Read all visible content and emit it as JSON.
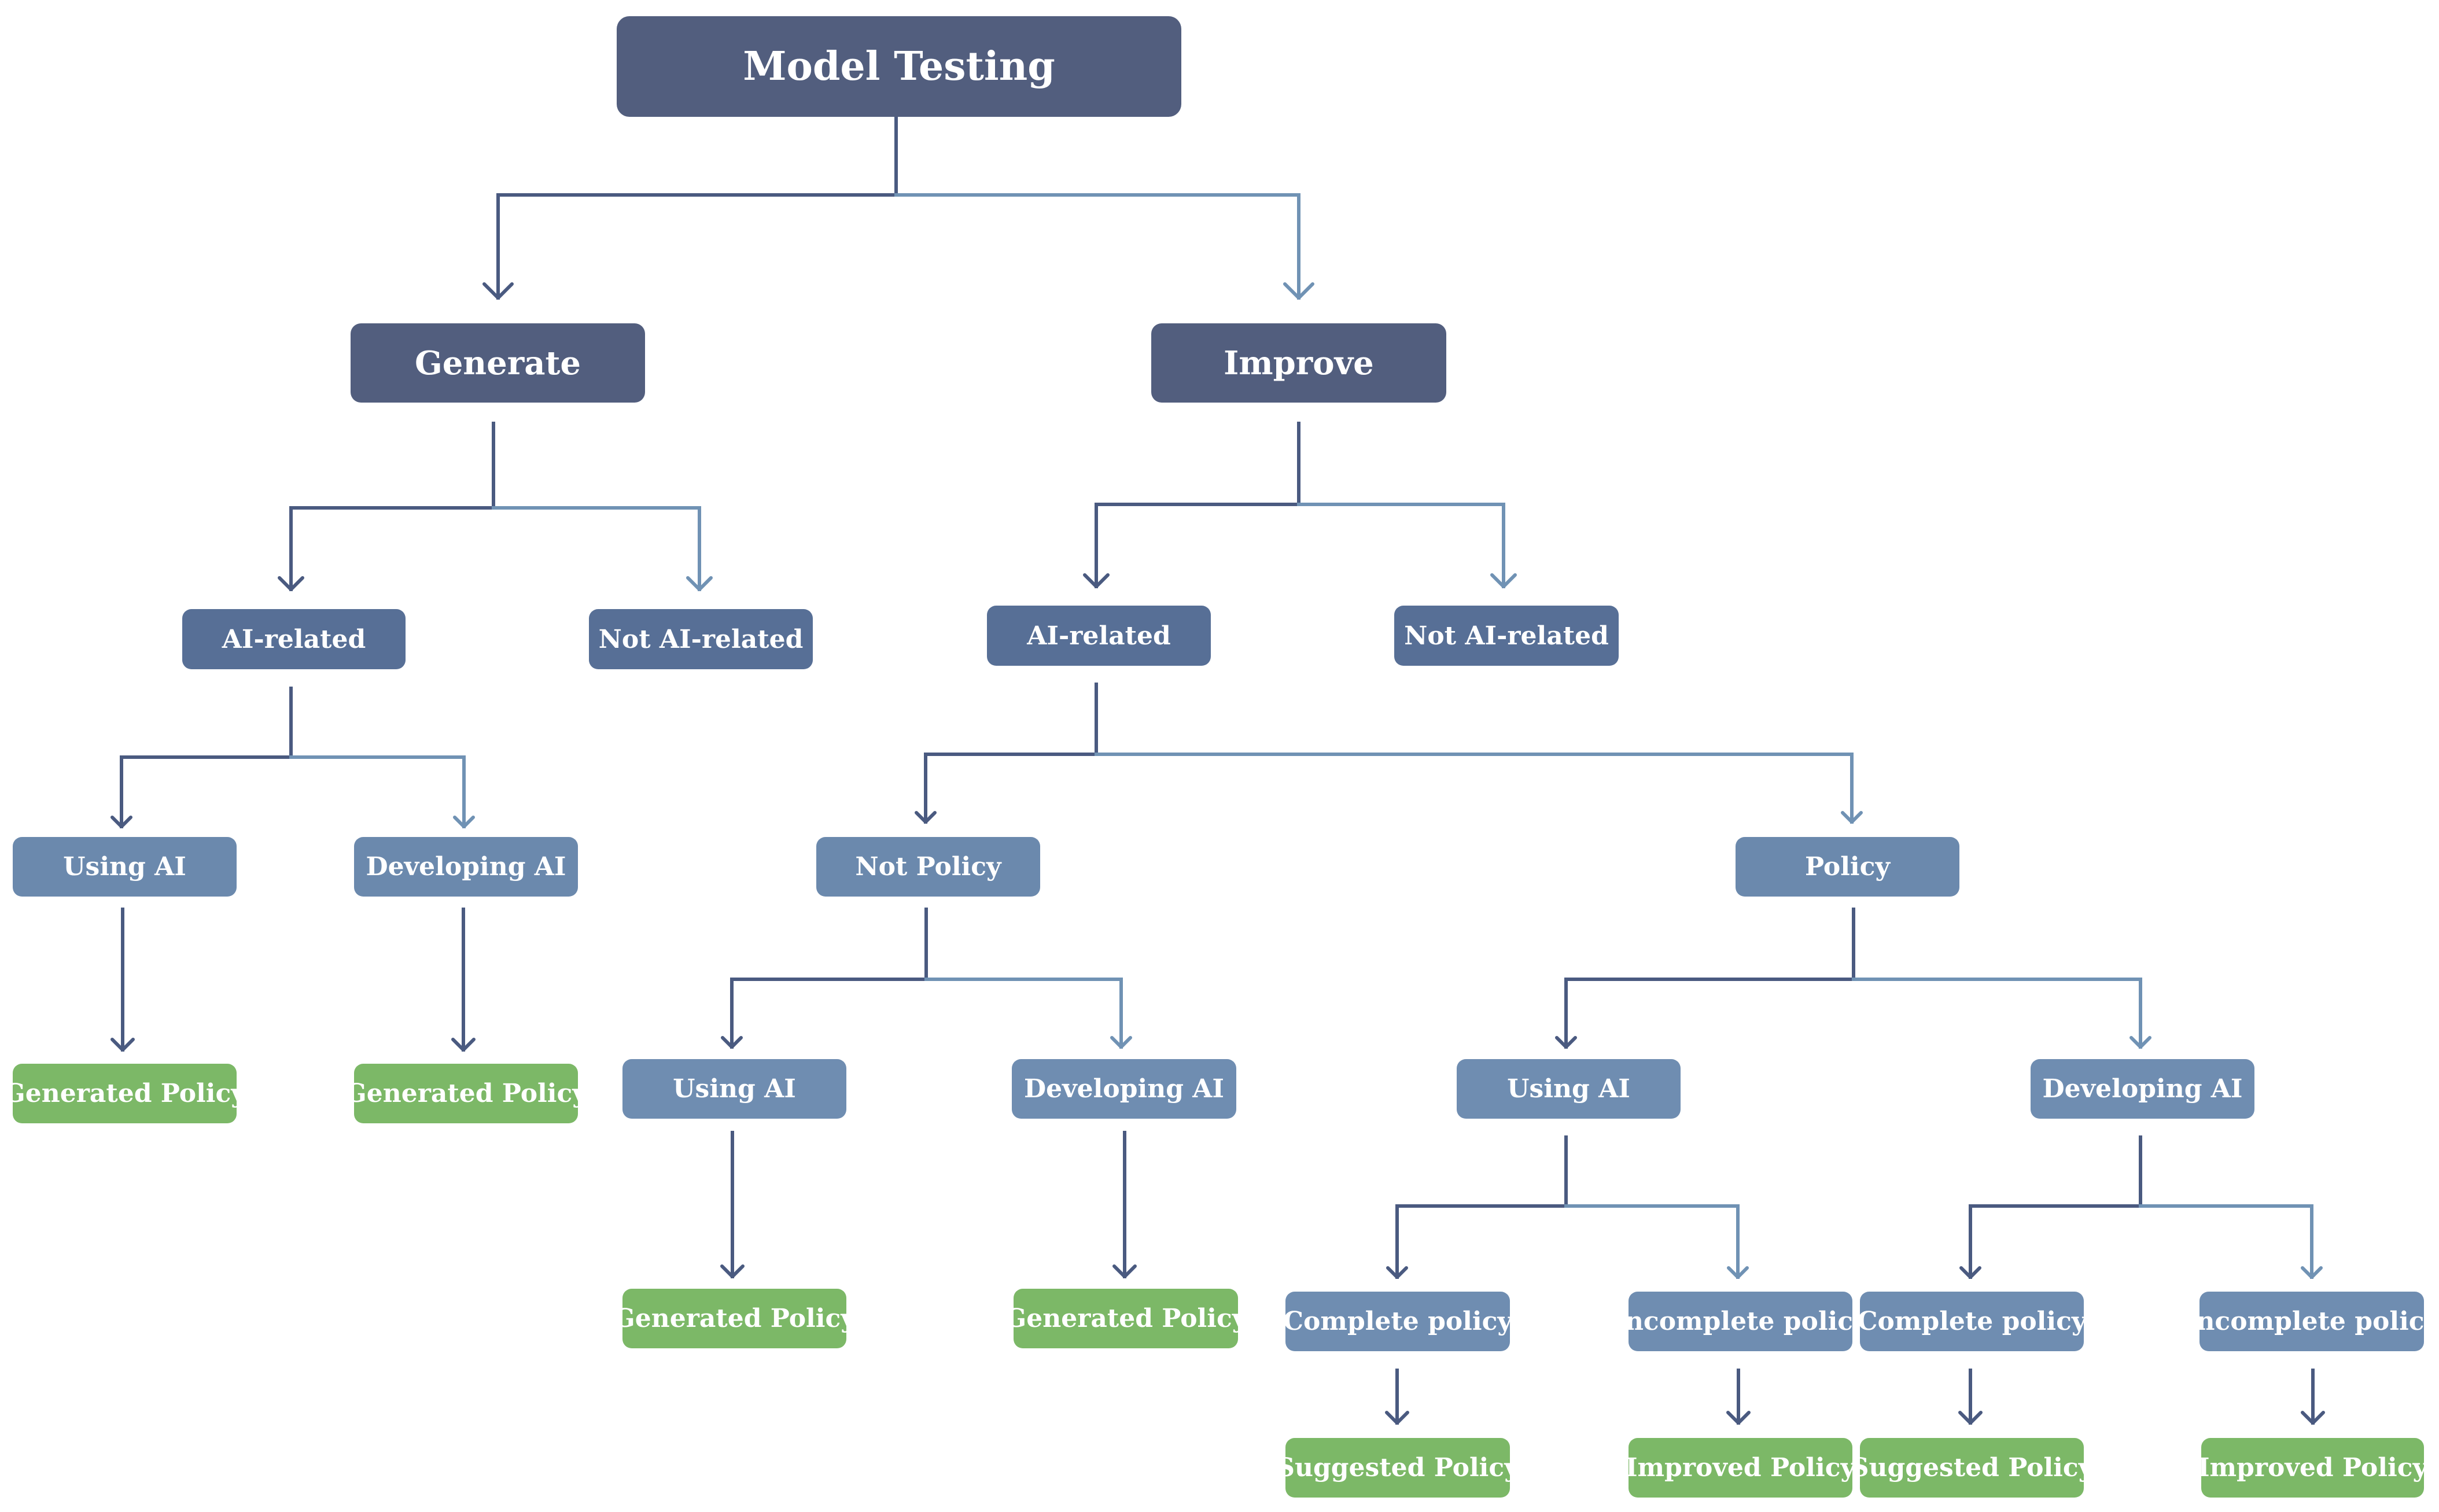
{
  "diagram": {
    "root": "Model Testing",
    "generate": {
      "label": "Generate",
      "ai_related": {
        "label": "AI-related",
        "using_ai": {
          "label": "Using AI",
          "result": "Generated Policy"
        },
        "developing_ai": {
          "label": "Developing AI",
          "result": "Generated Policy"
        }
      },
      "not_ai_related": {
        "label": "Not AI-related"
      }
    },
    "improve": {
      "label": "Improve",
      "ai_related": {
        "label": "AI-related",
        "not_policy": {
          "label": "Not Policy",
          "using_ai": {
            "label": "Using AI",
            "result": "Generated Policy"
          },
          "developing_ai": {
            "label": "Developing AI",
            "result": "Generated Policy"
          }
        },
        "policy": {
          "label": "Policy",
          "using_ai": {
            "label": "Using AI",
            "complete": {
              "label": "Complete policy",
              "result": "Suggested Policy"
            },
            "incomplete": {
              "label": "Incomplete policy",
              "result": "Improved Policy"
            }
          },
          "developing_ai": {
            "label": "Developing AI",
            "complete": {
              "label": "Complete policy",
              "result": "Suggested Policy"
            },
            "incomplete": {
              "label": "Incomplete policy",
              "result": "Improved Policy"
            }
          }
        }
      },
      "not_ai_related": {
        "label": "Not AI-related"
      }
    }
  },
  "colors": {
    "root_fill": "#525e7e",
    "level1_fill": "#525e7e",
    "level2_fill": "#576f96",
    "level3_fill": "#6b89ad",
    "leaf_fill": "#7cb867",
    "connector_dark": "#4a5a80",
    "connector_light": "#7092b4",
    "text": "#ffffff"
  }
}
